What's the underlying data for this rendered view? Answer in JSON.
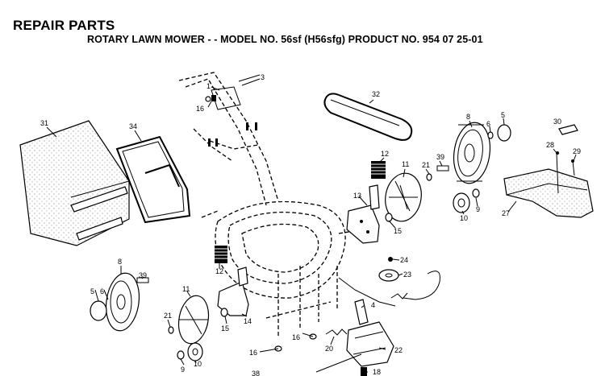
{
  "heading": "REPAIR PARTS",
  "subheading": "ROTARY LAWN MOWER - - MODEL NO. 56sf (H56sfg)  PRODUCT NO. 954 07 25-01",
  "callouts": {
    "c1": "1",
    "c3": "3",
    "c16a": "16",
    "c32": "32",
    "c31": "31",
    "c34": "34",
    "c12a": "12",
    "c11a": "11",
    "c39a": "39",
    "c21a": "21",
    "c13": "13",
    "c15a": "15",
    "c8a": "8",
    "c6a": "6",
    "c5a": "5",
    "c30": "30",
    "c28": "28",
    "c29": "29",
    "c27": "27",
    "c10a": "10",
    "c9a": "9",
    "c24": "24",
    "c23": "23",
    "c12b": "12",
    "c8b": "8",
    "c39b": "39",
    "c5b": "5",
    "c6b": "6",
    "c11b": "11",
    "c21b": "21",
    "c15b": "15",
    "c14": "14",
    "c4": "4",
    "c16b": "16",
    "c16c": "16",
    "c20": "20",
    "c22": "22",
    "c9b": "9",
    "c10b": "10",
    "c18": "18",
    "c38": "38"
  }
}
